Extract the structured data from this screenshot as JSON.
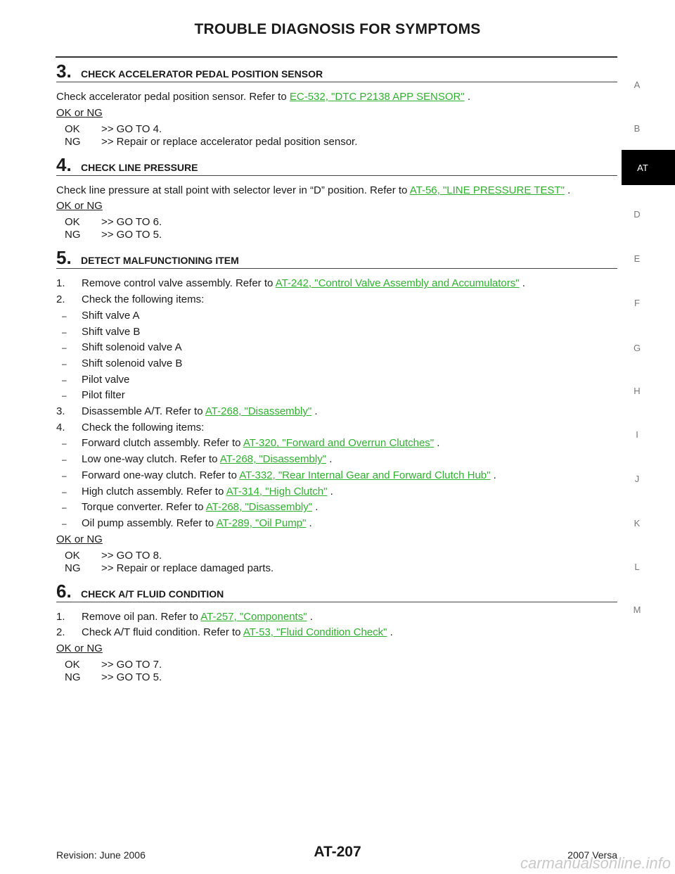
{
  "header": {
    "title": "TROUBLE DIAGNOSIS FOR SYMPTOMS"
  },
  "sidebar": {
    "letters": [
      "A",
      "B",
      "AT",
      "D",
      "E",
      "F",
      "G",
      "H",
      "I",
      "J",
      "K",
      "L",
      "M"
    ],
    "active": "AT"
  },
  "steps": [
    {
      "num": "3.",
      "title": "CHECK ACCELERATOR PEDAL POSITION SENSOR",
      "intro": {
        "text": "Check accelerator pedal position sensor. Refer to ",
        "link": "EC-532, \"DTC P2138 APP SENSOR\"",
        "after": " ."
      },
      "okng": "OK or NG",
      "results": [
        {
          "code": "OK",
          "text": ">> GO TO 4."
        },
        {
          "code": "NG",
          "text": ">> Repair or replace accelerator pedal position sensor."
        }
      ]
    },
    {
      "num": "4.",
      "title": "CHECK LINE PRESSURE",
      "intro": {
        "text": "Check line pressure at stall point with selector lever in “D” position. Refer to ",
        "link": "AT-56, \"LINE PRESSURE TEST\"",
        "after": " ."
      },
      "okng": "OK or NG",
      "results": [
        {
          "code": "OK",
          "text": ">> GO TO 6."
        },
        {
          "code": "NG",
          "text": ">> GO TO 5."
        }
      ]
    },
    {
      "num": "5.",
      "title": "DETECT MALFUNCTIONING ITEM",
      "lines": [
        {
          "type": "num",
          "marker": "1.",
          "text": "Remove control valve assembly. Refer to ",
          "link": "AT-242, \"Control Valve Assembly and Accumulators\"",
          "after": " ."
        },
        {
          "type": "num",
          "marker": "2.",
          "text": "Check the following items:"
        },
        {
          "type": "dash",
          "marker": "–",
          "text": "Shift valve A"
        },
        {
          "type": "dash",
          "marker": "–",
          "text": "Shift valve B"
        },
        {
          "type": "dash",
          "marker": "–",
          "text": "Shift solenoid valve A"
        },
        {
          "type": "dash",
          "marker": "–",
          "text": "Shift solenoid valve B"
        },
        {
          "type": "dash",
          "marker": "–",
          "text": "Pilot valve"
        },
        {
          "type": "dash",
          "marker": "–",
          "text": "Pilot filter"
        },
        {
          "type": "num",
          "marker": "3.",
          "text": "Disassemble A/T. Refer to ",
          "link": "AT-268, \"Disassembly\"",
          "after": " ."
        },
        {
          "type": "num",
          "marker": "4.",
          "text": "Check the following items:"
        },
        {
          "type": "dash",
          "marker": "–",
          "text": "Forward clutch assembly. Refer to ",
          "link": "AT-320, \"Forward and Overrun Clutches\"",
          "after": " ."
        },
        {
          "type": "dash",
          "marker": "–",
          "text": "Low one-way clutch. Refer to ",
          "link": "AT-268, \"Disassembly\"",
          "after": " ."
        },
        {
          "type": "dash",
          "marker": "–",
          "text": "Forward one-way clutch. Refer to ",
          "link": "AT-332, \"Rear Internal Gear and Forward Clutch Hub\"",
          "after": " ."
        },
        {
          "type": "dash",
          "marker": "–",
          "text": "High clutch assembly. Refer to ",
          "link": "AT-314, \"High Clutch\"",
          "after": " ."
        },
        {
          "type": "dash",
          "marker": "–",
          "text": "Torque converter. Refer to ",
          "link": "AT-268, \"Disassembly\"",
          "after": " ."
        },
        {
          "type": "dash",
          "marker": "–",
          "text": "Oil pump assembly. Refer to ",
          "link": "AT-289, \"Oil Pump\"",
          "after": " ."
        }
      ],
      "okng": "OK or NG",
      "results": [
        {
          "code": "OK",
          "text": ">> GO TO 8."
        },
        {
          "code": "NG",
          "text": ">> Repair or replace damaged parts."
        }
      ]
    },
    {
      "num": "6.",
      "title": "CHECK A/T FLUID CONDITION",
      "lines": [
        {
          "type": "num",
          "marker": "1.",
          "text": "Remove oil pan. Refer to ",
          "link": "AT-257, \"Components\"",
          "after": " ."
        },
        {
          "type": "num",
          "marker": "2.",
          "text": "Check A/T fluid condition. Refer to ",
          "link": "AT-53, \"Fluid Condition Check\"",
          "after": " ."
        }
      ],
      "okng": "OK or NG",
      "results": [
        {
          "code": "OK",
          "text": ">> GO TO 7."
        },
        {
          "code": "NG",
          "text": ">> GO TO 5."
        }
      ]
    }
  ],
  "footer": {
    "revision": "Revision: June 2006",
    "page": "AT-207",
    "model": "2007 Versa",
    "watermark": "carmanualsonline.info"
  }
}
